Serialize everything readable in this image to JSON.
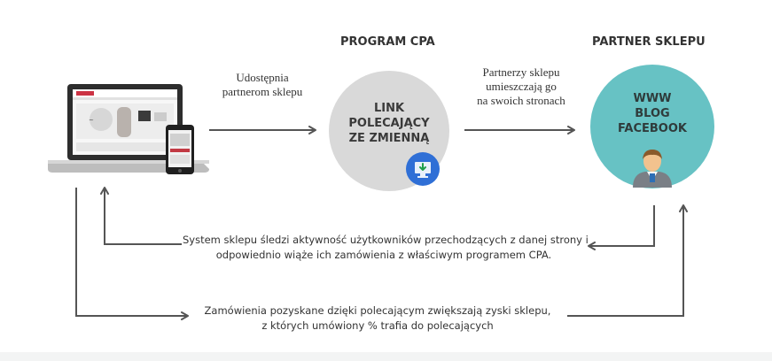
{
  "headings": {
    "program": "PROGRAM CPA",
    "partner": "PARTNER SKLEPU"
  },
  "circle_left": {
    "lines": [
      "LINK",
      "POLECAJĄCY",
      "ZE ZMIENNĄ"
    ],
    "fill": "#d9d9d9",
    "badge_color": "#2f6fd6"
  },
  "circle_right": {
    "lines": [
      "WWW",
      "BLOG",
      "FACEBOOK"
    ],
    "fill": "#67c2c4"
  },
  "labels": {
    "share": [
      "Udostępnia",
      "partnerom sklepu"
    ],
    "place": [
      "Partnerzy sklepu",
      "umieszczają go",
      "na swoich stronach"
    ],
    "tracking": [
      "System sklepu śledzi aktywność użytkowników przechodzących z danej strony i",
      "odpowiednio wiąże ich zamówienia z właściwym programem CPA."
    ],
    "orders": [
      "Zamówienia pozyskane dzięki polecającym zwiększają zyski sklepu,",
      "z których umówiony % trafia do polecających"
    ]
  },
  "colors": {
    "arrow": "#555555",
    "text": "#333333"
  }
}
